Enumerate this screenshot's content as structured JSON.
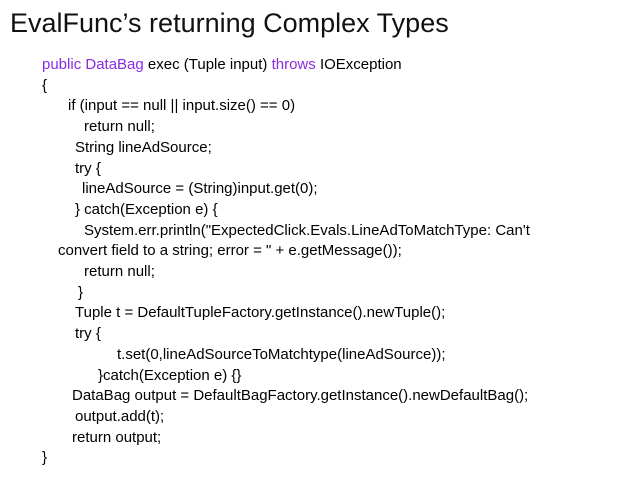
{
  "slide": {
    "title": "EvalFunc’s returning Complex Types",
    "colors": {
      "keyword": "#8A2BE2",
      "text": "#000000",
      "background": "#FFFFFF"
    }
  },
  "code": {
    "language": "java",
    "lines": [
      {
        "indent": 0,
        "segments": [
          {
            "text": "public DataBag ",
            "color": "keyword"
          },
          {
            "text": "exec (Tuple input) ",
            "color": "text"
          },
          {
            "text": "throws ",
            "color": "keyword"
          },
          {
            "text": "IOException",
            "color": "text"
          }
        ]
      },
      {
        "indent": 0,
        "segments": [
          {
            "text": "{",
            "color": "text"
          }
        ]
      },
      {
        "indent": 26,
        "segments": [
          {
            "text": "if (input == null || input.size() == 0)",
            "color": "text"
          }
        ]
      },
      {
        "indent": 42,
        "segments": [
          {
            "text": "return null;",
            "color": "text"
          }
        ]
      },
      {
        "indent": 33,
        "segments": [
          {
            "text": "String lineAdSource;",
            "color": "text"
          }
        ]
      },
      {
        "indent": 33,
        "segments": [
          {
            "text": "try {",
            "color": "text"
          }
        ]
      },
      {
        "indent": 40,
        "segments": [
          {
            "text": "lineAdSource = (String)input.get(0);",
            "color": "text"
          }
        ]
      },
      {
        "indent": 33,
        "segments": [
          {
            "text": "} catch(Exception e) {",
            "color": "text"
          }
        ]
      },
      {
        "indent": 42,
        "segments": [
          {
            "text": "System.err.println(\"ExpectedClick.Evals.LineAdToMatchType: Can't",
            "color": "text"
          }
        ]
      },
      {
        "indent": 16,
        "segments": [
          {
            "text": "convert field to a string; error = \" + e.getMessage());",
            "color": "text"
          }
        ]
      },
      {
        "indent": 42,
        "segments": [
          {
            "text": "return null;",
            "color": "text"
          }
        ]
      },
      {
        "indent": 36,
        "segments": [
          {
            "text": "}",
            "color": "text"
          }
        ]
      },
      {
        "indent": 33,
        "segments": [
          {
            "text": "Tuple t = DefaultTupleFactory.getInstance().newTuple();",
            "color": "text"
          }
        ]
      },
      {
        "indent": 33,
        "segments": [
          {
            "text": "try {",
            "color": "text"
          }
        ]
      },
      {
        "indent": 75,
        "segments": [
          {
            "text": "t.set(0,lineAdSourceToMatchtype(lineAdSource));",
            "color": "text"
          }
        ]
      },
      {
        "indent": 56,
        "segments": [
          {
            "text": "}catch(Exception e) {}",
            "color": "text"
          }
        ]
      },
      {
        "indent": 30,
        "segments": [
          {
            "text": "DataBag output = DefaultBagFactory.getInstance().newDefaultBag();",
            "color": "text"
          }
        ]
      },
      {
        "indent": 33,
        "segments": [
          {
            "text": "output.add(t);",
            "color": "text"
          }
        ]
      },
      {
        "indent": 30,
        "segments": [
          {
            "text": "return output;",
            "color": "text"
          }
        ]
      },
      {
        "indent": 0,
        "segments": [
          {
            "text": "}",
            "color": "text"
          }
        ]
      }
    ]
  }
}
